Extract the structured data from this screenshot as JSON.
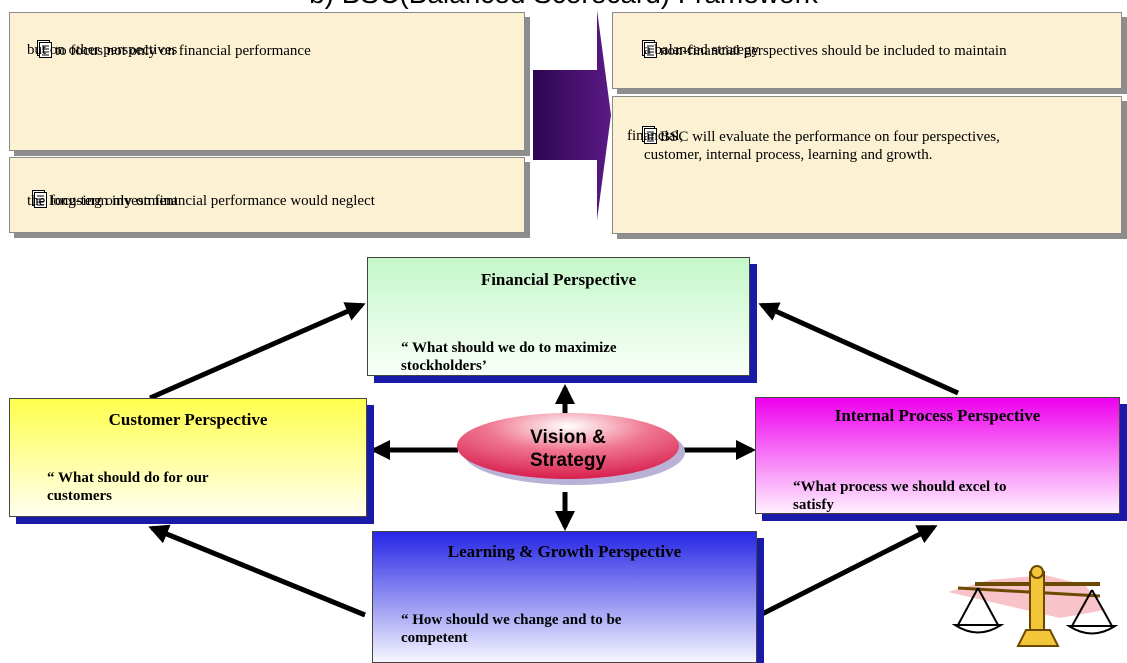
{
  "slide": {
    "title": "b) BSC(Balanced Scorecard) Framework"
  },
  "notes": {
    "left_top": {
      "line1": "to focus not only on financial performance",
      "line2": "but on other perspectives"
    },
    "left_bottom": {
      "line1": "focusing only on financial performance would neglect",
      "line2": "the long-term investment"
    },
    "right_top": {
      "line1": "non-financial perspectives should be included to maintain",
      "line2": "a balanced strategy"
    },
    "right_bottom": {
      "line1": "BSC will evaluate the performance on four perspectives,",
      "line2": "financial,",
      "line3": "customer, internal process, learning and growth."
    }
  },
  "perspectives": {
    "financial": {
      "title": "Financial  Perspective",
      "question_line1": "“ What should we do to maximize",
      "question_line2": "stockholders’"
    },
    "customer": {
      "title": "Customer Perspective",
      "question_line1": "“ What should do for our",
      "question_line2": "customers"
    },
    "internal": {
      "title": "Internal Process Perspective",
      "question_line1": "“What process we should excel to",
      "question_line2": "satisfy"
    },
    "learning": {
      "title": "Learning & Growth Perspective",
      "question_line1": "“ How should we change and to be",
      "question_line2": "competent"
    }
  },
  "center": {
    "line1": "Vision &",
    "line2": "Strategy"
  },
  "colors": {
    "note_fill": "#fcf1d3",
    "financial_fill_top": "#c6f8cc",
    "customer_fill_top": "#ffff52",
    "internal_fill_top": "#ee00ee",
    "learning_fill_top": "#2727e6",
    "shadow_blue": "#1a1aa8",
    "big_arrow": "#3b0b5c",
    "ellipse": "#e23a63"
  },
  "icons": [
    "document-icon",
    "scales-clipart"
  ]
}
